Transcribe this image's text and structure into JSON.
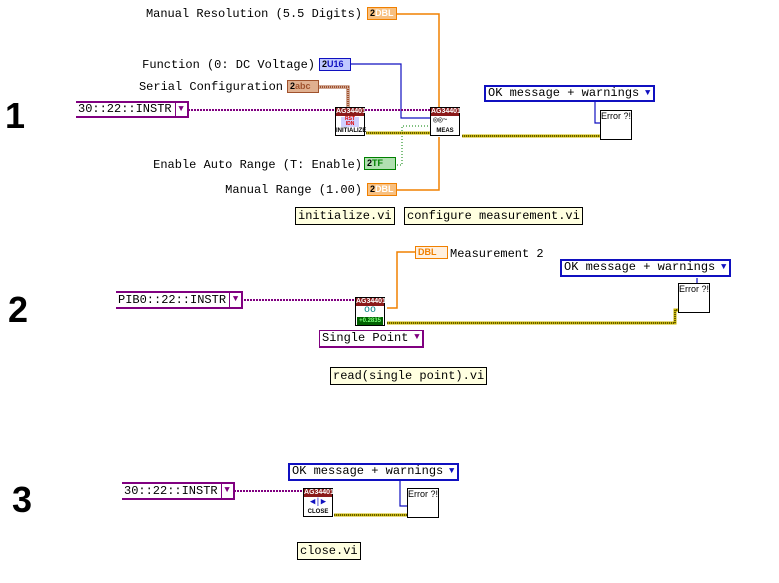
{
  "colors": {
    "double": "#f08000",
    "u16": "#1010c0",
    "cluster": "#a0522d",
    "boolean": "#008000",
    "visa": "#800080",
    "error": "#c8b400",
    "vi_header": "#8b1a1a"
  },
  "steps": [
    "1",
    "2",
    "3"
  ],
  "section1": {
    "visa_resource": "30::22::INSTR",
    "manual_resolution": {
      "label": "Manual Resolution (5.5 Digits)",
      "type": "DBL",
      "value": "2"
    },
    "function": {
      "label": "Function (0: DC Voltage)",
      "type": "U16",
      "value": "2"
    },
    "serial_config": {
      "label": "Serial Configuration",
      "type": "abc",
      "value": "2"
    },
    "auto_range": {
      "label": "Enable Auto Range (T: Enable)",
      "type": "TF",
      "value": "2"
    },
    "manual_range": {
      "label": "Manual Range (1.00)",
      "type": "DBL",
      "value": "2"
    },
    "init_vi": {
      "header": "AG34401",
      "caption": "INITIALIZE",
      "icon_text": "RST IDN"
    },
    "meas_vi": {
      "header": "AG34401",
      "caption": "MEAS"
    },
    "error_mode": "OK message + warnings",
    "error_icon": "Error ?!",
    "notes": [
      "initialize.vi",
      "configure measurement.vi"
    ]
  },
  "section2": {
    "visa_resource": "PIB0::22::INSTR",
    "read_vi": {
      "header": "AG34401",
      "caption": "+0.2835"
    },
    "indicator": {
      "type": "DBL",
      "label": "Measurement 2"
    },
    "read_mode": "Single Point",
    "error_mode": "OK message + warnings",
    "error_icon": "Error ?!",
    "note": "read(single point).vi"
  },
  "section3": {
    "visa_resource": "30::22::INSTR",
    "close_vi": {
      "header": "AG34401",
      "caption": "CLOSE"
    },
    "error_mode": "OK message + warnings",
    "error_icon": "Error ?!",
    "note": "close.vi"
  },
  "ring_arrow": "▼"
}
